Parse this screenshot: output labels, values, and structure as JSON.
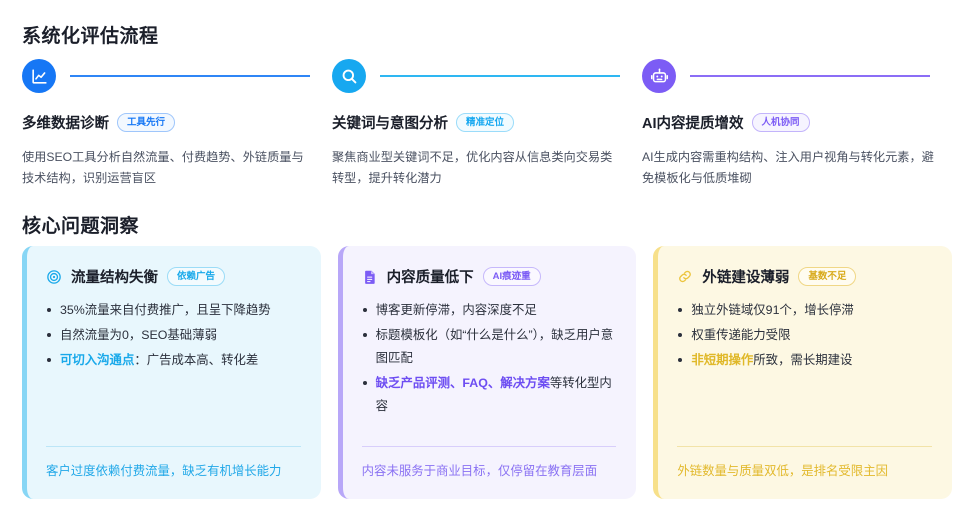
{
  "sections": {
    "process": {
      "title": "系统化评估流程"
    },
    "insight": {
      "title": "核心问题洞察"
    }
  },
  "colors": {
    "blue_dark": "#1677f5",
    "blue_light": "#17a8f0",
    "purple": "#7c5cf5",
    "card_blue_accent": "#29b6f6",
    "card_purple_accent": "#b3a4f7",
    "card_yellow_accent": "#f5d76e",
    "text_dark": "#1b1f2a",
    "text_body": "#4a5161"
  },
  "steps": [
    {
      "icon": "line-chart-icon",
      "title": "多维数据诊断",
      "badge": "工具先行",
      "desc": "使用SEO工具分析自然流量、付费趋势、外链质量与技术结构，识别运营盲区"
    },
    {
      "icon": "search-icon",
      "title": "关键词与意图分析",
      "badge": "精准定位",
      "desc": "聚焦商业型关键词不足，优化内容从信息类向交易类转型，提升转化潜力"
    },
    {
      "icon": "robot-icon",
      "title": "AI内容提质增效",
      "badge": "人机协同",
      "desc": "AI生成内容需重构结构、注入用户视角与转化元素，避免模板化与低质堆砌"
    }
  ],
  "cards": [
    {
      "icon": "target-icon",
      "title": "流量结构失衡",
      "badge": "依赖广告",
      "items": [
        {
          "plain_prefix": "",
          "highlight": "",
          "plain_suffix": "35%流量来自付费推广，且呈下降趋势"
        },
        {
          "plain_prefix": "",
          "highlight": "",
          "plain_suffix": "自然流量为0，SEO基础薄弱"
        },
        {
          "plain_prefix": "",
          "highlight": "可切入沟通点",
          "plain_suffix": "：广告成本高、转化差"
        }
      ],
      "footer": "客户过度依赖付费流量，缺乏有机增长能力"
    },
    {
      "icon": "document-icon",
      "title": "内容质量低下",
      "badge": "AI痕迹重",
      "items": [
        {
          "plain_prefix": "",
          "highlight": "",
          "plain_suffix": "博客更新停滞，内容深度不足"
        },
        {
          "plain_prefix": "",
          "highlight": "",
          "plain_suffix": "标题模板化（如“什么是什么”），缺乏用户意图匹配"
        },
        {
          "plain_prefix": "",
          "highlight": "缺乏产品评测、FAQ、解决方案",
          "plain_suffix": "等转化型内容"
        }
      ],
      "footer": "内容未服务于商业目标，仅停留在教育层面"
    },
    {
      "icon": "link-icon",
      "title": "外链建设薄弱",
      "badge": "基数不足",
      "items": [
        {
          "plain_prefix": "",
          "highlight": "",
          "plain_suffix": "独立外链域仅91个，增长停滞"
        },
        {
          "plain_prefix": "",
          "highlight": "",
          "plain_suffix": "权重传递能力受限"
        },
        {
          "plain_prefix": "",
          "highlight": "非短期操作",
          "plain_suffix": "所致，需长期建设"
        }
      ],
      "footer": "外链数量与质量双低，是排名受限主因"
    }
  ]
}
